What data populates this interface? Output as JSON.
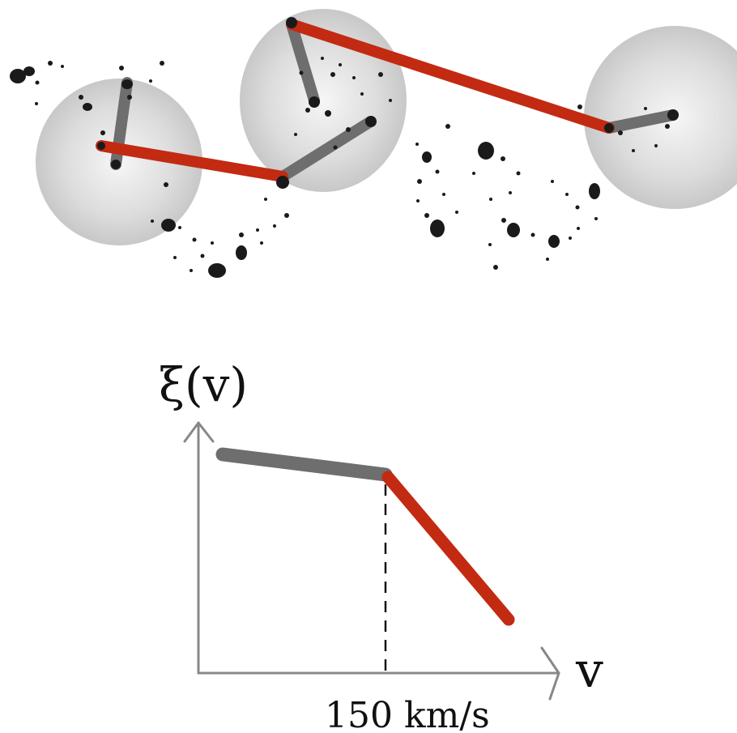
{
  "graph": {
    "y_axis_label": "ξ(v)",
    "x_axis_label": "v",
    "break_label": "150 km/s"
  },
  "colors": {
    "long_link": "#c32a12",
    "short_link": "#6e6e6e",
    "halo_light": "#f2f2f2",
    "halo_dark": "#c4c4c4",
    "galaxy": "#1a1a1a",
    "axis": "#888888",
    "dashed": "#111111"
  }
}
